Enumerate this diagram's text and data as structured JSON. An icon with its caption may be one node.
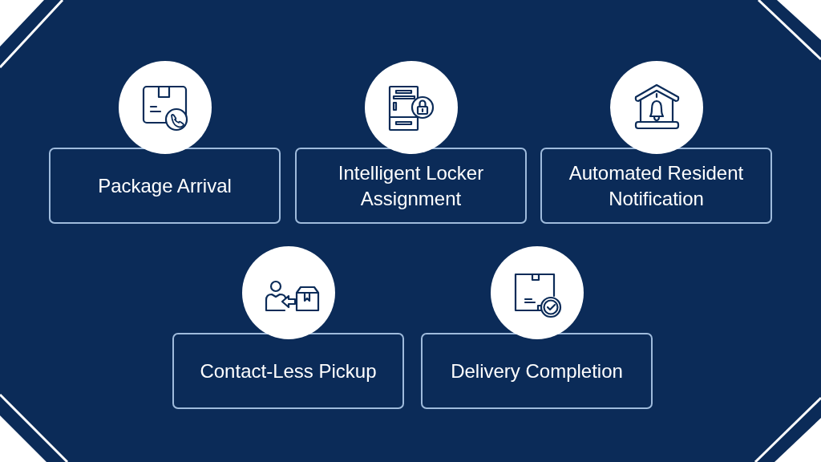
{
  "diagram": {
    "nodes": [
      {
        "text": [
          "Package Arrival"
        ]
      },
      {
        "text": [
          "Intelligent Locker Assignment"
        ]
      },
      {
        "text": [
          "Automated Resident Notification"
        ]
      },
      {
        "text": [
          "Contact-Less Pickup"
        ]
      },
      {
        "text": [
          "Delivery Completion"
        ]
      }
    ]
  }
}
